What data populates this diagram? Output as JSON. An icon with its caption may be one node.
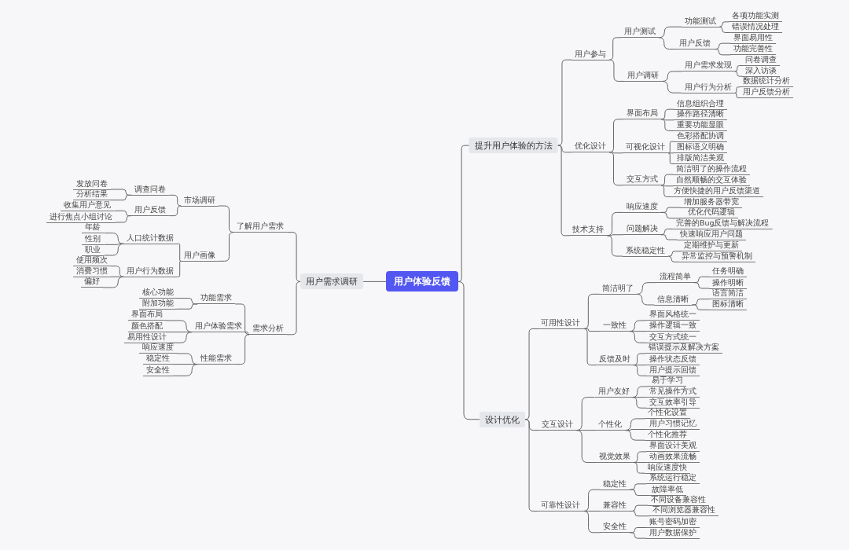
{
  "diagram": {
    "nodes": [
      {
        "text": [
          "用户体验反馈"
        ]
      },
      {
        "text": [
          "提升用户体验的方法"
        ]
      },
      {
        "text": [
          "用户参与"
        ]
      },
      {
        "text": [
          "用户测试"
        ]
      },
      {
        "text": [
          "功能测试"
        ]
      },
      {
        "text": [
          "各项功能实测"
        ]
      },
      {
        "text": [
          "错误情况处理"
        ]
      },
      {
        "text": [
          "用户反馈"
        ]
      },
      {
        "text": [
          "界面易用性"
        ]
      },
      {
        "text": [
          "功能完善性"
        ]
      },
      {
        "text": [
          "用户调研"
        ]
      },
      {
        "text": [
          "用户需求发现"
        ]
      },
      {
        "text": [
          "问卷调查"
        ]
      },
      {
        "text": [
          "深入访谈"
        ]
      },
      {
        "text": [
          "用户行为分析"
        ]
      },
      {
        "text": [
          "数据统计分析"
        ]
      },
      {
        "text": [
          "用户反馈分析"
        ]
      },
      {
        "text": [
          "优化设计"
        ]
      },
      {
        "text": [
          "界面布局"
        ]
      },
      {
        "text": [
          "信息组织合理"
        ]
      },
      {
        "text": [
          "操作路径清晰"
        ]
      },
      {
        "text": [
          "重要功能显眼"
        ]
      },
      {
        "text": [
          "可视化设计"
        ]
      },
      {
        "text": [
          "色彩搭配协调"
        ]
      },
      {
        "text": [
          "图标语义明确"
        ]
      },
      {
        "text": [
          "排版简洁美观"
        ]
      },
      {
        "text": [
          "交互方式"
        ]
      },
      {
        "text": [
          "简洁明了的操作流程"
        ]
      },
      {
        "text": [
          "自然顺畅的交互体验"
        ]
      },
      {
        "text": [
          "方便快捷的用户反馈渠道"
        ]
      },
      {
        "text": [
          "技术支持"
        ]
      },
      {
        "text": [
          "响应速度"
        ]
      },
      {
        "text": [
          "增加服务器带宽"
        ]
      },
      {
        "text": [
          "优化代码逻辑"
        ]
      },
      {
        "text": [
          "问题解决"
        ]
      },
      {
        "text": [
          "完善的Bug反馈与解决流程"
        ]
      },
      {
        "text": [
          "快速响应用户问题"
        ]
      },
      {
        "text": [
          "系统稳定性"
        ]
      },
      {
        "text": [
          "定期维护与更新"
        ]
      },
      {
        "text": [
          "异常监控与预警机制"
        ]
      },
      {
        "text": [
          "设计优化"
        ]
      },
      {
        "text": [
          "可用性设计"
        ]
      },
      {
        "text": [
          "简洁明了"
        ]
      },
      {
        "text": [
          "流程简单"
        ]
      },
      {
        "text": [
          "任务明确"
        ]
      },
      {
        "text": [
          "操作明晰"
        ]
      },
      {
        "text": [
          "信息清晰"
        ]
      },
      {
        "text": [
          "语言简洁"
        ]
      },
      {
        "text": [
          "图标清晰"
        ]
      },
      {
        "text": [
          "一致性"
        ]
      },
      {
        "text": [
          "界面风格统一"
        ]
      },
      {
        "text": [
          "操作逻辑一致"
        ]
      },
      {
        "text": [
          "交互方式统一"
        ]
      },
      {
        "text": [
          "反馈及时"
        ]
      },
      {
        "text": [
          "错误提示及解决方案"
        ]
      },
      {
        "text": [
          "操作状态反馈"
        ]
      },
      {
        "text": [
          "用户提示回馈"
        ]
      },
      {
        "text": [
          "交互设计"
        ]
      },
      {
        "text": [
          "用户友好"
        ]
      },
      {
        "text": [
          "易于学习"
        ]
      },
      {
        "text": [
          "常见操作方式"
        ]
      },
      {
        "text": [
          "交互效率引导"
        ]
      },
      {
        "text": [
          "个性化"
        ]
      },
      {
        "text": [
          "个性化设置"
        ]
      },
      {
        "text": [
          "用户习惯记忆"
        ]
      },
      {
        "text": [
          "个性化推荐"
        ]
      },
      {
        "text": [
          "视觉效果"
        ]
      },
      {
        "text": [
          "界面设计美观"
        ]
      },
      {
        "text": [
          "动画效果流畅"
        ]
      },
      {
        "text": [
          "响应速度快"
        ]
      },
      {
        "text": [
          "可靠性设计"
        ]
      },
      {
        "text": [
          "稳定性"
        ]
      },
      {
        "text": [
          "系统运行稳定"
        ]
      },
      {
        "text": [
          "故障率低"
        ]
      },
      {
        "text": [
          "兼容性"
        ]
      },
      {
        "text": [
          "不同设备兼容性"
        ]
      },
      {
        "text": [
          "不同浏览器兼容性"
        ]
      },
      {
        "text": [
          "安全性"
        ]
      },
      {
        "text": [
          "账号密码加密"
        ]
      },
      {
        "text": [
          "用户数据保护"
        ]
      },
      {
        "text": [
          "用户需求调研"
        ]
      },
      {
        "text": [
          "了解用户需求"
        ]
      },
      {
        "text": [
          "市场调研"
        ]
      },
      {
        "text": [
          "调查问卷"
        ]
      },
      {
        "text": [
          "发放问卷"
        ]
      },
      {
        "text": [
          "分析结果"
        ]
      },
      {
        "text": [
          "用户反馈"
        ]
      },
      {
        "text": [
          "收集用户意见"
        ]
      },
      {
        "text": [
          "进行焦点小组讨论"
        ]
      },
      {
        "text": [
          "用户画像"
        ]
      },
      {
        "text": [
          "人口统计数据"
        ]
      },
      {
        "text": [
          "年龄"
        ]
      },
      {
        "text": [
          "性别"
        ]
      },
      {
        "text": [
          "职业"
        ]
      },
      {
        "text": [
          "用户行为数据"
        ]
      },
      {
        "text": [
          "使用频次"
        ]
      },
      {
        "text": [
          "消费习惯"
        ]
      },
      {
        "text": [
          "偏好"
        ]
      },
      {
        "text": [
          "需求分析"
        ]
      },
      {
        "text": [
          "功能需求"
        ]
      },
      {
        "text": [
          "核心功能"
        ]
      },
      {
        "text": [
          "附加功能"
        ]
      },
      {
        "text": [
          "用户体验需求"
        ]
      },
      {
        "text": [
          "界面布局"
        ]
      },
      {
        "text": [
          "颜色搭配"
        ]
      },
      {
        "text": [
          "易用性设计"
        ]
      },
      {
        "text": [
          "性能需求"
        ]
      },
      {
        "text": [
          "响应速度"
        ]
      },
      {
        "text": [
          "稳定性"
        ]
      },
      {
        "text": [
          "安全性"
        ]
      }
    ],
    "edges": [
      {
        "from": 0,
        "to": 1,
        "arrow": "none"
      },
      {
        "from": 0,
        "to": 40,
        "arrow": "none"
      },
      {
        "from": 0,
        "to": 80,
        "arrow": "none"
      },
      {
        "from": 1,
        "to": 2,
        "arrow": "none"
      },
      {
        "from": 1,
        "to": 17,
        "arrow": "none"
      },
      {
        "from": 1,
        "to": 30,
        "arrow": "none"
      },
      {
        "from": 2,
        "to": 3,
        "arrow": "none"
      },
      {
        "from": 2,
        "to": 10,
        "arrow": "none"
      },
      {
        "from": 3,
        "to": 4,
        "arrow": "none"
      },
      {
        "from": 3,
        "to": 7,
        "arrow": "none"
      },
      {
        "from": 4,
        "to": 5,
        "arrow": "none"
      },
      {
        "from": 4,
        "to": 6,
        "arrow": "none"
      },
      {
        "from": 7,
        "to": 8,
        "arrow": "none"
      },
      {
        "from": 7,
        "to": 9,
        "arrow": "none"
      },
      {
        "from": 10,
        "to": 11,
        "arrow": "none"
      },
      {
        "from": 10,
        "to": 14,
        "arrow": "none"
      },
      {
        "from": 11,
        "to": 12,
        "arrow": "none"
      },
      {
        "from": 11,
        "to": 13,
        "arrow": "none"
      },
      {
        "from": 14,
        "to": 15,
        "arrow": "none"
      },
      {
        "from": 14,
        "to": 16,
        "arrow": "none"
      },
      {
        "from": 17,
        "to": 18,
        "arrow": "none"
      },
      {
        "from": 17,
        "to": 22,
        "arrow": "none"
      },
      {
        "from": 17,
        "to": 26,
        "arrow": "none"
      },
      {
        "from": 18,
        "to": 19,
        "arrow": "none"
      },
      {
        "from": 18,
        "to": 20,
        "arrow": "none"
      },
      {
        "from": 18,
        "to": 21,
        "arrow": "none"
      },
      {
        "from": 22,
        "to": 23,
        "arrow": "none"
      },
      {
        "from": 22,
        "to": 24,
        "arrow": "none"
      },
      {
        "from": 22,
        "to": 25,
        "arrow": "none"
      },
      {
        "from": 26,
        "to": 27,
        "arrow": "none"
      },
      {
        "from": 26,
        "to": 28,
        "arrow": "none"
      },
      {
        "from": 26,
        "to": 29,
        "arrow": "none"
      },
      {
        "from": 30,
        "to": 31,
        "arrow": "none"
      },
      {
        "from": 30,
        "to": 34,
        "arrow": "none"
      },
      {
        "from": 30,
        "to": 37,
        "arrow": "none"
      },
      {
        "from": 31,
        "to": 32,
        "arrow": "none"
      },
      {
        "from": 31,
        "to": 33,
        "arrow": "none"
      },
      {
        "from": 34,
        "to": 35,
        "arrow": "none"
      },
      {
        "from": 34,
        "to": 36,
        "arrow": "none"
      },
      {
        "from": 37,
        "to": 38,
        "arrow": "none"
      },
      {
        "from": 37,
        "to": 39,
        "arrow": "none"
      },
      {
        "from": 40,
        "to": 41,
        "arrow": "none"
      },
      {
        "from": 40,
        "to": 57,
        "arrow": "none"
      },
      {
        "from": 40,
        "to": 70,
        "arrow": "none"
      },
      {
        "from": 41,
        "to": 42,
        "arrow": "none"
      },
      {
        "from": 41,
        "to": 49,
        "arrow": "none"
      },
      {
        "from": 41,
        "to": 53,
        "arrow": "none"
      },
      {
        "from": 42,
        "to": 43,
        "arrow": "none"
      },
      {
        "from": 42,
        "to": 46,
        "arrow": "none"
      },
      {
        "from": 43,
        "to": 44,
        "arrow": "none"
      },
      {
        "from": 43,
        "to": 45,
        "arrow": "none"
      },
      {
        "from": 46,
        "to": 47,
        "arrow": "none"
      },
      {
        "from": 46,
        "to": 48,
        "arrow": "none"
      },
      {
        "from": 49,
        "to": 50,
        "arrow": "none"
      },
      {
        "from": 49,
        "to": 51,
        "arrow": "none"
      },
      {
        "from": 49,
        "to": 52,
        "arrow": "none"
      },
      {
        "from": 53,
        "to": 54,
        "arrow": "none"
      },
      {
        "from": 53,
        "to": 55,
        "arrow": "none"
      },
      {
        "from": 53,
        "to": 56,
        "arrow": "none"
      },
      {
        "from": 57,
        "to": 58,
        "arrow": "none"
      },
      {
        "from": 57,
        "to": 62,
        "arrow": "none"
      },
      {
        "from": 57,
        "to": 66,
        "arrow": "none"
      },
      {
        "from": 58,
        "to": 59,
        "arrow": "none"
      },
      {
        "from": 58,
        "to": 60,
        "arrow": "none"
      },
      {
        "from": 58,
        "to": 61,
        "arrow": "none"
      },
      {
        "from": 62,
        "to": 63,
        "arrow": "none"
      },
      {
        "from": 62,
        "to": 64,
        "arrow": "none"
      },
      {
        "from": 62,
        "to": 65,
        "arrow": "none"
      },
      {
        "from": 66,
        "to": 67,
        "arrow": "none"
      },
      {
        "from": 66,
        "to": 68,
        "arrow": "none"
      },
      {
        "from": 66,
        "to": 69,
        "arrow": "none"
      },
      {
        "from": 70,
        "to": 71,
        "arrow": "none"
      },
      {
        "from": 70,
        "to": 74,
        "arrow": "none"
      },
      {
        "from": 70,
        "to": 77,
        "arrow": "none"
      },
      {
        "from": 71,
        "to": 72,
        "arrow": "none"
      },
      {
        "from": 71,
        "to": 73,
        "arrow": "none"
      },
      {
        "from": 74,
        "to": 75,
        "arrow": "none"
      },
      {
        "from": 74,
        "to": 76,
        "arrow": "none"
      },
      {
        "from": 77,
        "to": 78,
        "arrow": "none"
      },
      {
        "from": 77,
        "to": 79,
        "arrow": "none"
      },
      {
        "from": 80,
        "to": 81,
        "arrow": "none"
      },
      {
        "from": 80,
        "to": 98,
        "arrow": "none"
      },
      {
        "from": 81,
        "to": 82,
        "arrow": "none"
      },
      {
        "from": 81,
        "to": 89,
        "arrow": "none"
      },
      {
        "from": 82,
        "to": 83,
        "arrow": "none"
      },
      {
        "from": 82,
        "to": 86,
        "arrow": "none"
      },
      {
        "from": 83,
        "to": 84,
        "arrow": "none"
      },
      {
        "from": 83,
        "to": 85,
        "arrow": "none"
      },
      {
        "from": 86,
        "to": 87,
        "arrow": "none"
      },
      {
        "from": 86,
        "to": 88,
        "arrow": "none"
      },
      {
        "from": 89,
        "to": 90,
        "arrow": "none"
      },
      {
        "from": 89,
        "to": 94,
        "arrow": "none"
      },
      {
        "from": 90,
        "to": 91,
        "arrow": "none"
      },
      {
        "from": 90,
        "to": 92,
        "arrow": "none"
      },
      {
        "from": 90,
        "to": 93,
        "arrow": "none"
      },
      {
        "from": 94,
        "to": 95,
        "arrow": "none"
      },
      {
        "from": 94,
        "to": 96,
        "arrow": "none"
      },
      {
        "from": 94,
        "to": 97,
        "arrow": "none"
      },
      {
        "from": 98,
        "to": 99,
        "arrow": "none"
      },
      {
        "from": 98,
        "to": 102,
        "arrow": "none"
      },
      {
        "from": 98,
        "to": 106,
        "arrow": "none"
      },
      {
        "from": 99,
        "to": 100,
        "arrow": "none"
      },
      {
        "from": 99,
        "to": 101,
        "arrow": "none"
      },
      {
        "from": 102,
        "to": 103,
        "arrow": "none"
      },
      {
        "from": 102,
        "to": 104,
        "arrow": "none"
      },
      {
        "from": 102,
        "to": 105,
        "arrow": "none"
      },
      {
        "from": 106,
        "to": 107,
        "arrow": "none"
      },
      {
        "from": 106,
        "to": 108,
        "arrow": "none"
      },
      {
        "from": 106,
        "to": 109,
        "arrow": "none"
      }
    ]
  }
}
